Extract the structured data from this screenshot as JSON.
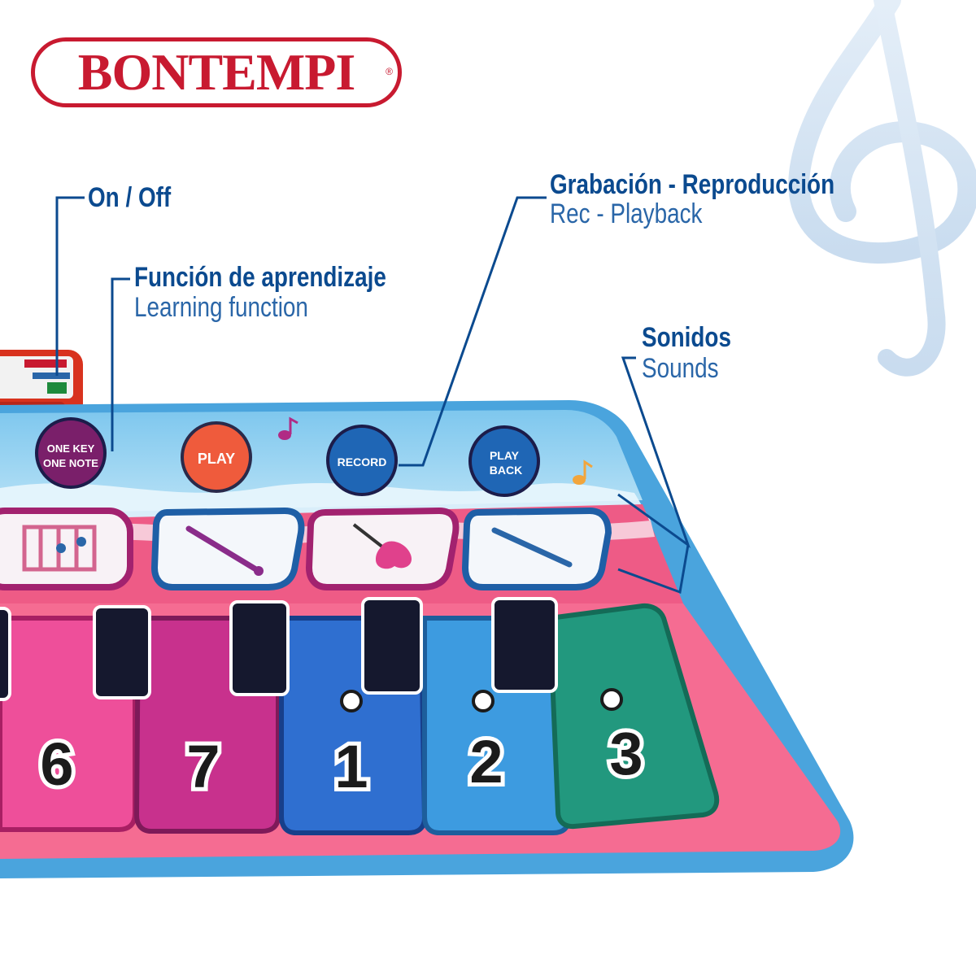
{
  "brand": {
    "name": "BONTEMPI",
    "registered": "®"
  },
  "callouts": [
    {
      "title": "On / Off",
      "subtitle": ""
    },
    {
      "title": "Función de aprendizaje",
      "subtitle": "Learning function"
    },
    {
      "title": "Grabación - Reproducción",
      "subtitle": "Rec - Playback"
    },
    {
      "title": "Sonidos",
      "subtitle": "Sounds"
    }
  ],
  "mat_buttons": [
    {
      "line1": "ONE KEY",
      "line2": "ONE NOTE",
      "color": "#7a1f6a"
    },
    {
      "line1": "PLAY",
      "line2": "",
      "color": "#ef5b3c"
    },
    {
      "line1": "RECORD",
      "line2": "",
      "color": "#1f66b5"
    },
    {
      "line1": "PLAY",
      "line2": "BACK",
      "color": "#1f66b5"
    }
  ],
  "sound_pads": [
    {
      "icon": "xylophone-icon"
    },
    {
      "icon": "clarinet-icon"
    },
    {
      "icon": "electric-guitar-icon"
    },
    {
      "icon": "flute-icon"
    }
  ],
  "keys": [
    {
      "number": "6",
      "color": "#ee4f9a"
    },
    {
      "number": "7",
      "color": "#c8318d"
    },
    {
      "number": "1",
      "color": "#2f6fd0"
    },
    {
      "number": "2",
      "color": "#3d9be0"
    },
    {
      "number": "3",
      "color": "#22987e"
    }
  ],
  "colors": {
    "brand_red": "#c81a30",
    "label_blue": "#0b4a8f",
    "mat_border": "#4aa4dd"
  }
}
